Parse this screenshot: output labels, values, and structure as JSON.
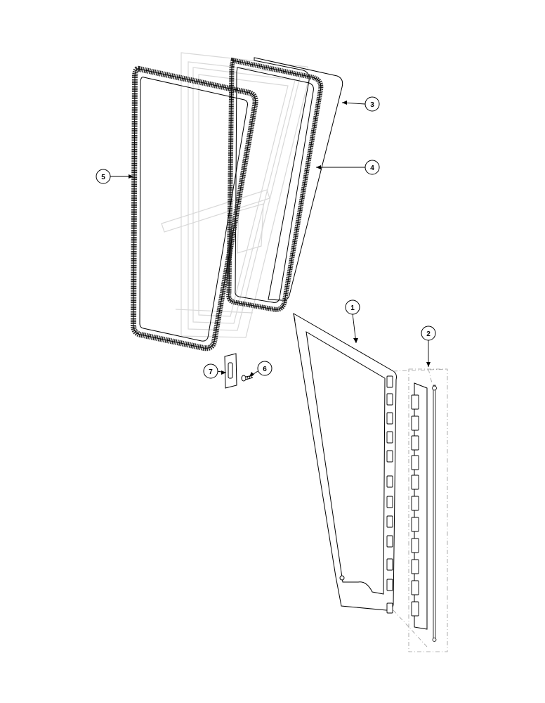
{
  "callouts": [
    {
      "id": "c1",
      "label": "1"
    },
    {
      "id": "c2",
      "label": "2"
    },
    {
      "id": "c3",
      "label": "3"
    },
    {
      "id": "c4",
      "label": "4"
    },
    {
      "id": "c5",
      "label": "5"
    },
    {
      "id": "c6",
      "label": "6"
    },
    {
      "id": "c7",
      "label": "7"
    }
  ],
  "colors": {
    "line": "#000000",
    "ghost": "#d8d8d8",
    "seal": "#3a3a3a",
    "dashed": "#9a9a9a"
  },
  "icons": {
    "panel": "window-glass-panel-icon",
    "seal": "rubber-seal-icon",
    "frame": "door-frame-icon",
    "hinge": "hinge-strip-icon",
    "latch": "latch-plate-icon",
    "screw": "screw-icon"
  }
}
